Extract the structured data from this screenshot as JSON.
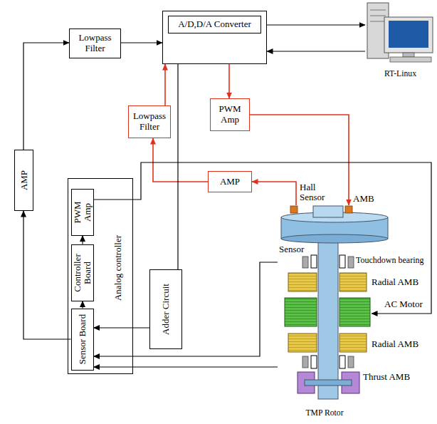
{
  "diagram": {
    "nodes": [
      {
        "text": [
          "Lowpass Filter"
        ]
      },
      {
        "text": [
          "A/D,D/A Converter"
        ]
      },
      {
        "text": [
          "AMP"
        ]
      },
      {
        "text": [
          "Lowpass Filter"
        ]
      },
      {
        "text": [
          "PWM Amp"
        ]
      },
      {
        "text": [
          "AMP"
        ]
      },
      {
        "text": [
          "Analog controller"
        ]
      },
      {
        "text": [
          "PWM Amp"
        ],
        "in": 6
      },
      {
        "text": [
          "Controller Board"
        ],
        "in": 6
      },
      {
        "text": [
          "Sensor Board"
        ],
        "in": 6
      },
      {
        "text": [
          "Adder Circuit"
        ]
      },
      {
        "text": [
          "RT-Linux"
        ]
      },
      {
        "text": [
          "TMP Rotor"
        ]
      }
    ],
    "edges": [
      {
        "from": 0,
        "to": 1,
        "arrow": "to"
      },
      {
        "from": 2,
        "to": 0,
        "arrow": "to"
      },
      {
        "from": 1,
        "to": 11,
        "arrow": "to"
      },
      {
        "from": 11,
        "to": 1,
        "arrow": "to"
      },
      {
        "from": 1,
        "to": 4,
        "arrow": "to"
      },
      {
        "from": 4,
        "to": 12,
        "arrow": "to"
      },
      {
        "from": 12,
        "to": 5,
        "arrow": "to"
      },
      {
        "from": 5,
        "to": 3,
        "arrow": "to"
      },
      {
        "from": 3,
        "to": 1,
        "arrow": "to"
      },
      {
        "from": 9,
        "to": 2,
        "arrow": "to"
      },
      {
        "from": 9,
        "to": 8,
        "arrow": "to"
      },
      {
        "from": 8,
        "to": 7,
        "arrow": "to"
      },
      {
        "from": 7,
        "to": 12,
        "arrow": "to"
      },
      {
        "from": 1,
        "to": 10,
        "arrow": "none"
      },
      {
        "from": 10,
        "to": 9,
        "arrow": "to"
      },
      {
        "from": 12,
        "to": 9,
        "arrow": "to"
      },
      {
        "from": 12,
        "to": 9,
        "arrow": "to"
      }
    ],
    "labels": [
      "Hall Sensor",
      "AMB",
      "Sensor",
      "Touchdown bearing",
      "Radial AMB",
      "AC Motor",
      "Radial AMB",
      "Thrust AMB"
    ]
  }
}
